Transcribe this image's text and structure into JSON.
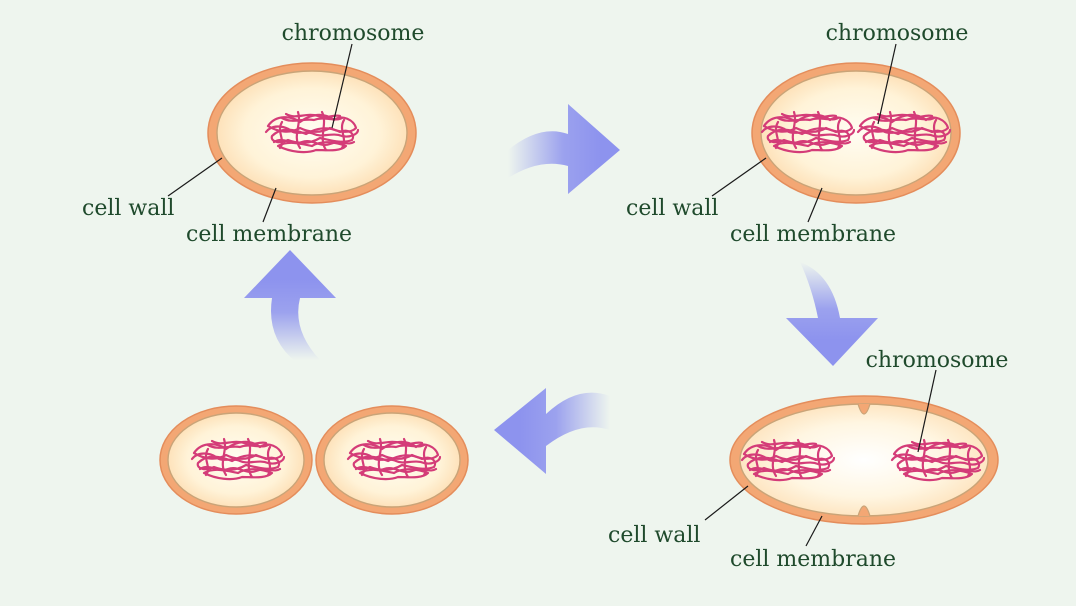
{
  "colors": {
    "background": "#eef5ee",
    "cell_wall": "#f3a774",
    "cell_wall_edge": "#e48d5b",
    "membrane_edge": "#c9a478",
    "cytoplasm_center": "#fffdf2",
    "cytoplasm_edge": "#fde3bb",
    "chromosome": "#d43c78",
    "arrow": "#8d93ee",
    "label_text": "#1f4a2c"
  },
  "stages": [
    {
      "name": "stage-1",
      "labels": {
        "chromosome": "chromosome",
        "cell_wall": "cell wall",
        "cell_membrane": "cell membrane"
      }
    },
    {
      "name": "stage-2",
      "labels": {
        "chromosome": "chromosome",
        "cell_wall": "cell wall",
        "cell_membrane": "cell membrane"
      }
    },
    {
      "name": "stage-3",
      "labels": {
        "chromosome": "chromosome",
        "cell_wall": "cell wall",
        "cell_membrane": "cell membrane"
      }
    },
    {
      "name": "stage-4",
      "labels": {}
    }
  ],
  "arrows": [
    {
      "name": "arrow-stage1-to-stage2",
      "direction": "right"
    },
    {
      "name": "arrow-stage2-to-stage3",
      "direction": "down"
    },
    {
      "name": "arrow-stage3-to-stage4",
      "direction": "left"
    },
    {
      "name": "arrow-stage4-to-stage1",
      "direction": "up"
    }
  ]
}
